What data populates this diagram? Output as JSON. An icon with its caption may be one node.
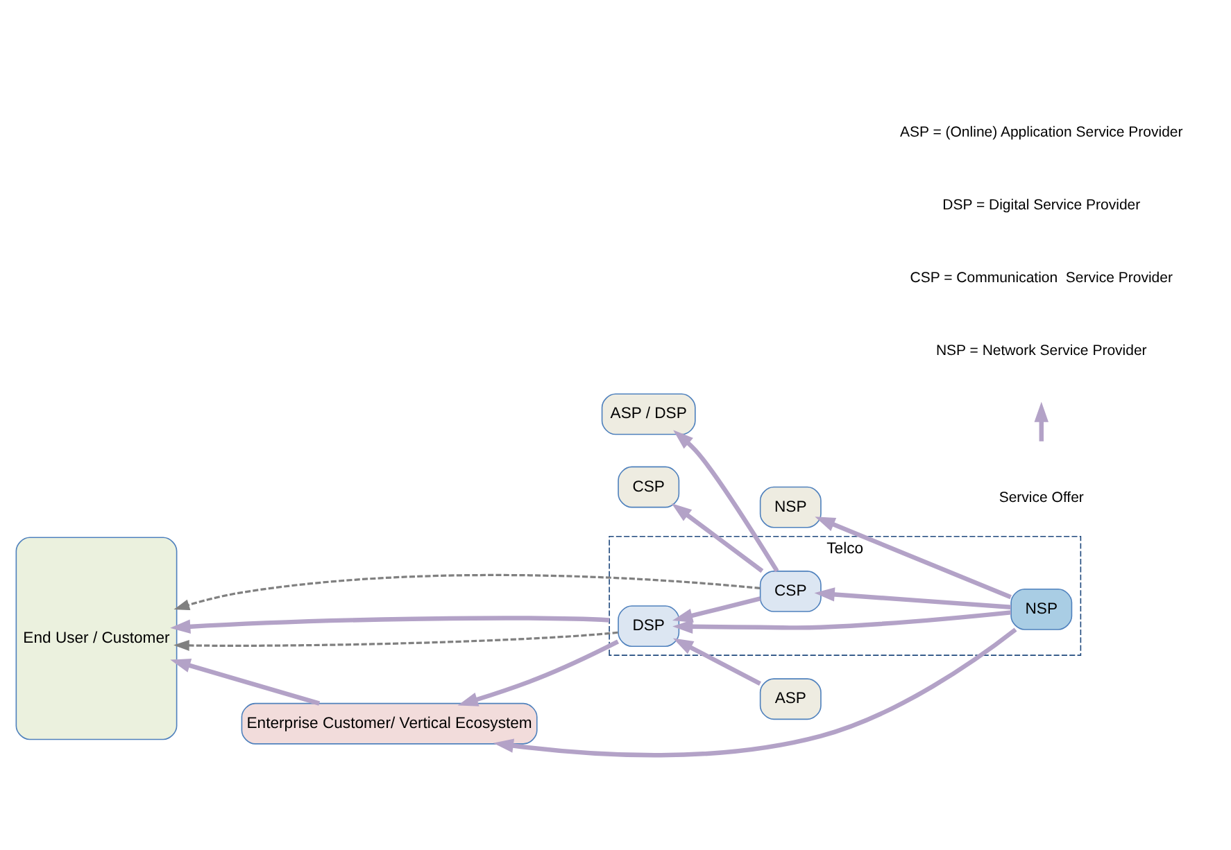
{
  "diagram": {
    "nodes": [
      {
        "text": [
          "End User / Customer"
        ]
      },
      {
        "text": [
          "Enterprise Customer/ Vertical Ecosystem"
        ]
      },
      {
        "text": [
          "Telco"
        ]
      },
      {
        "text": [
          "DSP"
        ],
        "in": 2
      },
      {
        "text": [
          "CSP"
        ],
        "in": 2
      },
      {
        "text": [
          "NSP"
        ],
        "in": 2
      },
      {
        "text": [
          "ASP"
        ]
      },
      {
        "text": [
          "ASP / DSP"
        ]
      },
      {
        "text": [
          "CSP"
        ]
      },
      {
        "text": [
          "NSP"
        ]
      }
    ],
    "edges": [
      {
        "from": 1,
        "to": 0,
        "arrow": "to"
      },
      {
        "from": 5,
        "to": 1,
        "arrow": "to"
      },
      {
        "from": 3,
        "to": 1,
        "arrow": "to"
      },
      {
        "from": 3,
        "to": 0,
        "arrow": "to",
        "style": "dashed",
        "color": "#808080"
      },
      {
        "from": 2,
        "to": 0,
        "arrow": "to"
      },
      {
        "from": 4,
        "to": 0,
        "arrow": "to",
        "style": "dashed",
        "color": "#808080"
      },
      {
        "from": 6,
        "to": 3,
        "arrow": "to"
      },
      {
        "from": 5,
        "to": 3,
        "arrow": "to"
      },
      {
        "from": 4,
        "to": 3,
        "arrow": "to"
      },
      {
        "from": 5,
        "to": 4,
        "arrow": "to"
      },
      {
        "from": 4,
        "to": 7,
        "arrow": "to"
      },
      {
        "from": 4,
        "to": 8,
        "arrow": "to"
      },
      {
        "from": 5,
        "to": 9,
        "arrow": "to"
      }
    ],
    "labels": [
      "ASP = (Online) Application Service Provider",
      "DSP = Digital Service Provider",
      "CSP = Communication  Service Provider",
      "NSP = Network Service Provider"
    ],
    "legend": [
      {
        "text": "Service Offer"
      }
    ]
  }
}
